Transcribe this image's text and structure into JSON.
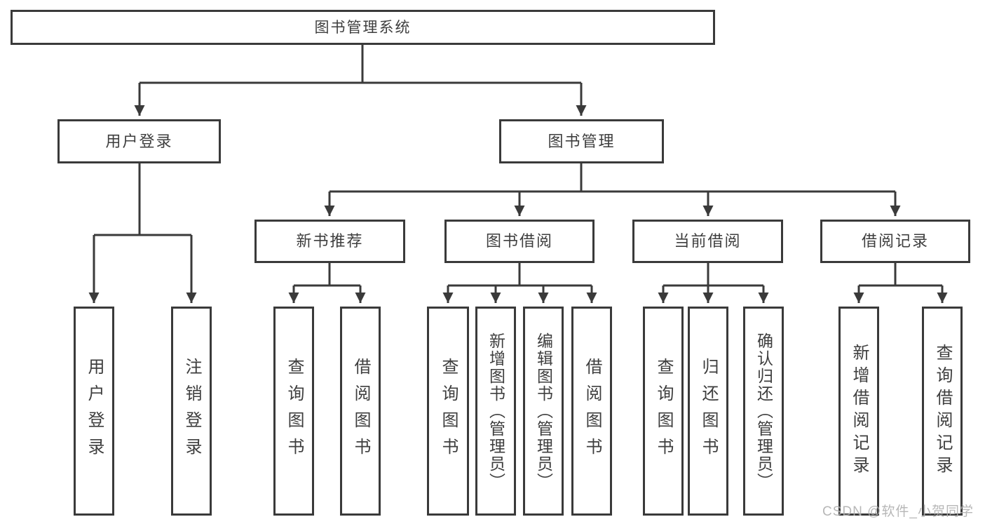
{
  "diagram": {
    "tree": {
      "label": "图书管理系统",
      "children": [
        {
          "label": "用户登录",
          "children": [
            {
              "label": "用户登录"
            },
            {
              "label": "注销登录"
            }
          ]
        },
        {
          "label": "图书管理",
          "children": [
            {
              "label": "新书推荐",
              "children": [
                {
                  "label": "查询图书"
                },
                {
                  "label": "借阅图书"
                }
              ]
            },
            {
              "label": "图书借阅",
              "children": [
                {
                  "label": "查询图书"
                },
                {
                  "label": "新增图书（管理员）"
                },
                {
                  "label": "编辑图书（管理员）"
                },
                {
                  "label": "借阅图书"
                }
              ]
            },
            {
              "label": "当前借阅",
              "children": [
                {
                  "label": "查询图书"
                },
                {
                  "label": "归还图书"
                },
                {
                  "label": "确认归还（管理员）"
                }
              ]
            },
            {
              "label": "借阅记录",
              "children": [
                {
                  "label": "新增借阅记录"
                },
                {
                  "label": "查询借阅记录"
                }
              ]
            }
          ]
        }
      ]
    },
    "watermark": "CSDN @软件_小贺同学",
    "colors": {
      "line": "#3a3a3a",
      "border": "#3a3a3a",
      "text": "#3e3e3e",
      "watermark": "#b0b0b0",
      "background": "#ffffff"
    }
  }
}
